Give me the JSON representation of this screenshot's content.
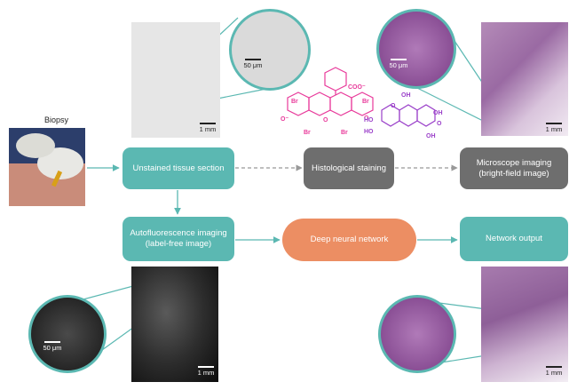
{
  "biopsy_label": "Biopsy",
  "boxes": {
    "unstained": "Unstained tissue section",
    "histo": "Histological staining",
    "microscope_line1": "Microscope imaging",
    "microscope_line2": "(bright-field image)",
    "autofluor_line1": "Autofluorescence imaging",
    "autofluor_line2": "(label-free image)",
    "dnn": "Deep neural network",
    "output": "Network output"
  },
  "scale_bars": {
    "unstained_zoom": "50 μm",
    "unstained_full": "1 mm",
    "stained_zoom": "50 μm",
    "stained_full": "1 mm",
    "autofluor_zoom": "50 μm",
    "autofluor_full": "1 mm",
    "output_full": "1 mm"
  },
  "chem": {
    "eosin_atoms": [
      "Br",
      "Br",
      "Br",
      "Br",
      "COO⁻",
      "O⁻",
      "O",
      "O"
    ],
    "hematoxylin_atoms": [
      "HO",
      "HO",
      "OH",
      "OH",
      "O",
      "O",
      "OH"
    ]
  },
  "colors": {
    "teal": "#5bb8b2",
    "grey": "#6e6e6e",
    "orange": "#ec8e63",
    "eosin": "#e8399a",
    "hematoxylin": "#9a3fc9"
  }
}
